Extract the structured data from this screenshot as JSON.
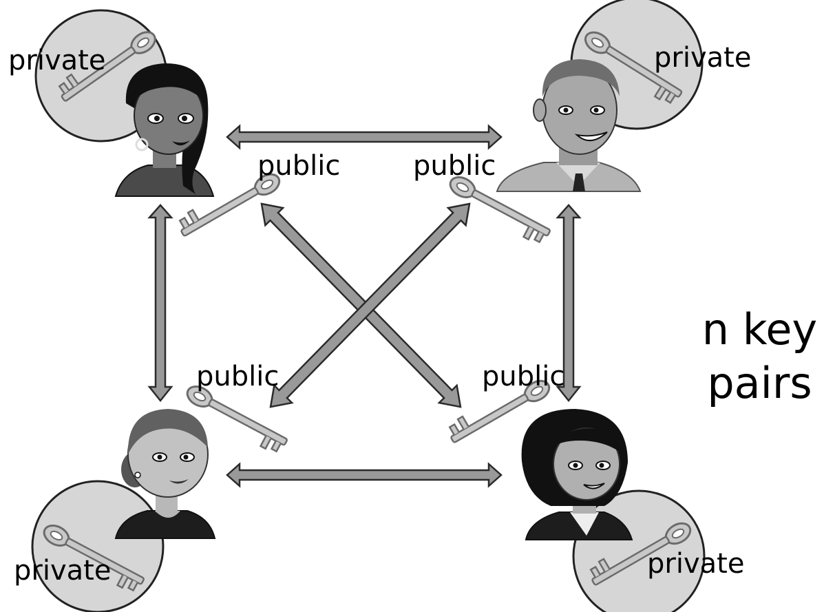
{
  "people": [
    {
      "id": "top-left",
      "private_label": "private",
      "public_label": "public"
    },
    {
      "id": "top-right",
      "private_label": "private",
      "public_label": "public"
    },
    {
      "id": "bottom-left",
      "private_label": "private",
      "public_label": "public"
    },
    {
      "id": "bottom-right",
      "private_label": "private",
      "public_label": "public"
    }
  ],
  "caption": {
    "line1": "n key",
    "line2": "pairs"
  },
  "colors": {
    "arrow_fill": "#999999",
    "arrow_stroke": "#2a2a2a",
    "key_fill": "#c8c8c8",
    "key_stroke": "#6b6b6b",
    "bubble_fill": "#d6d6d6",
    "skin_dark": "#7b7b7b",
    "skin_light": "#b4b4b4",
    "hair_black": "#111111"
  }
}
